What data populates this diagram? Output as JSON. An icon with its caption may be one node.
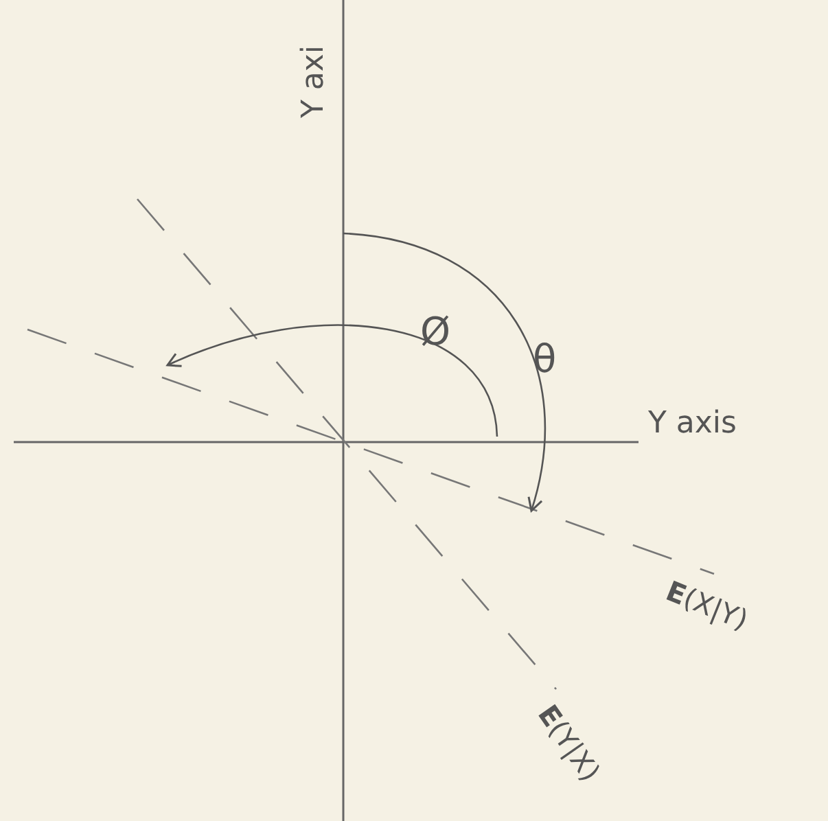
{
  "diagram": {
    "labels": [
      "Y axi",
      "Ø",
      "θ",
      "Y axis",
      "**E**(X|Y)",
      "**E**(Y|X)"
    ]
  }
}
